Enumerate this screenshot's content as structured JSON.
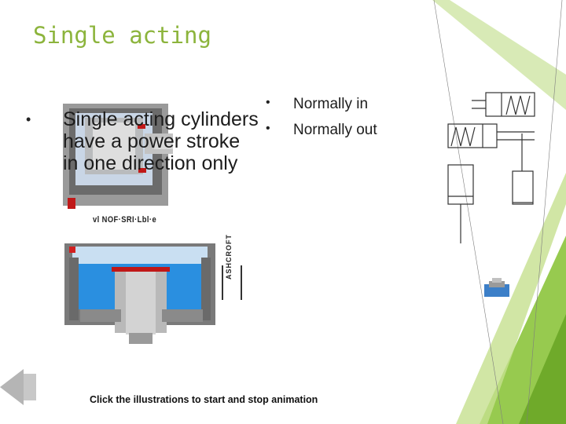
{
  "slide": {
    "title": "Single acting",
    "main_bullet": "Single acting cylinders have a power stroke in one direction only",
    "right_bullets": [
      "Normally in",
      "Normally out"
    ],
    "caption": "Click the illustrations to start and stop animation",
    "bullet_symbol": "•",
    "accent_color": "#8cb43c",
    "cylinder_label_upper": "vl NOF·SRI·Lbl·e",
    "cylinder_label_side": "ASHCROFT"
  }
}
